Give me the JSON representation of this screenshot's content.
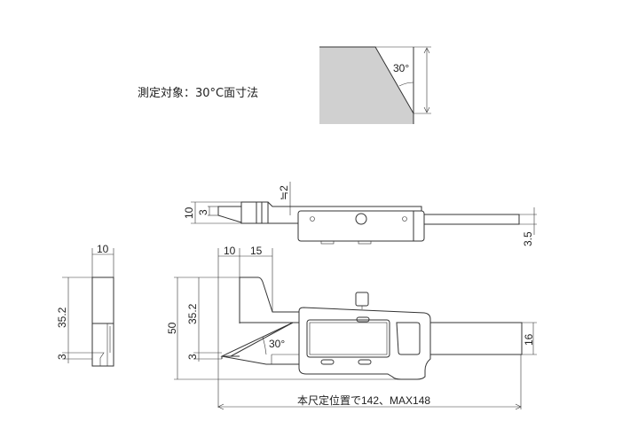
{
  "title": "測定対象：30°C面寸法",
  "detail": {
    "angle": "30°"
  },
  "side_view": {
    "dim_10": "10",
    "dim_3": "3",
    "dim_approx2": "≒2",
    "dim_3_5": "3.5"
  },
  "front_view": {
    "dim_10": "10",
    "dim_15": "15",
    "dim_50": "50",
    "dim_35_2": "35.2",
    "dim_3": "3",
    "dim_16": "16",
    "angle": "30°",
    "length_note": "本尺定位置で142、MAX148"
  },
  "end_view": {
    "dim_10": "10",
    "dim_35_2": "35.2",
    "dim_3": "3"
  }
}
